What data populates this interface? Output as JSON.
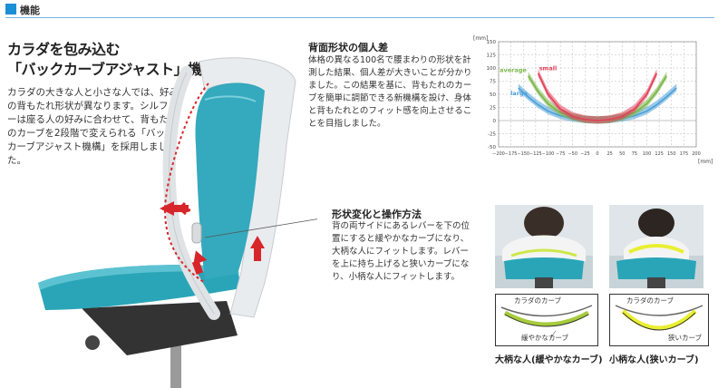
{
  "header": {
    "title": "機能"
  },
  "main": {
    "heading_line1": "カラダを包み込む",
    "heading_line2": "「バックカーブアジャスト」機構",
    "body": "カラダの大きな人と小さな人では、好みの背もたれ形状が異なります。シルフィーは座る人の好みに合わせて、背もたれのカーブを2段階で変えられる「バックカーブアジャスト機構」を採用しました。"
  },
  "section1": {
    "title": "背面形状の個人差",
    "body": "体格の異なる100名で腰まわりの形状を計測した結果、個人差が大きいことが分かりました。この結果を基に、背もたれのカーブを簡単に調節できる新機構を設け、身体と背もたれとのフィット感を向上させることを目指しました。"
  },
  "section2": {
    "title": "形状変化と操作方法",
    "body": "背の両サイドにあるレバーを下の位置にすると緩やかなカーブになり、大柄な人にフィットします。レバーを上に持ち上げると狭いカーブになり、小柄な人にフィットします。"
  },
  "chart_data": {
    "type": "area",
    "title": "",
    "xlabel": "",
    "ylabel": "",
    "unit_x": "[mm]",
    "unit_y": "[mm]",
    "xlim": [
      -200,
      200
    ],
    "ylim": [
      -50,
      150
    ],
    "x_ticks": [
      -200,
      -175,
      -150,
      -125,
      -100,
      -75,
      -50,
      -25,
      0,
      25,
      50,
      75,
      100,
      125,
      150,
      175,
      200
    ],
    "y_ticks": [
      -50,
      -25,
      0,
      25,
      50,
      75,
      100,
      125,
      150
    ],
    "grid": true,
    "series": [
      {
        "name": "average",
        "color": "#7ab648",
        "x": [
          -140,
          -120,
          -100,
          -75,
          -50,
          -25,
          0,
          25,
          50,
          75,
          100,
          120,
          140
        ],
        "y": [
          85,
          55,
          32,
          15,
          6,
          1,
          0,
          1,
          6,
          15,
          32,
          55,
          85
        ]
      },
      {
        "name": "small",
        "color": "#e2405a",
        "x": [
          -120,
          -100,
          -75,
          -50,
          -25,
          0,
          25,
          50,
          75,
          100,
          120
        ],
        "y": [
          90,
          50,
          22,
          8,
          2,
          0,
          2,
          8,
          22,
          50,
          90
        ]
      },
      {
        "name": "large",
        "color": "#4a9fd8",
        "x": [
          -160,
          -140,
          -120,
          -100,
          -75,
          -50,
          -25,
          0,
          25,
          50,
          75,
          100,
          120,
          140,
          160
        ],
        "y": [
          62,
          45,
          30,
          18,
          9,
          4,
          1,
          0,
          1,
          4,
          9,
          18,
          30,
          45,
          62
        ]
      }
    ]
  },
  "diagrams": [
    {
      "curve_label": "カラダのカーブ",
      "chair_label": "緩やかなカーブ",
      "caption": "大柄な人(緩やかなカーブ)"
    },
    {
      "curve_label": "カラダのカーブ",
      "chair_label": "狭いカーブ",
      "caption": "小柄な人(狭いカーブ)"
    }
  ],
  "colors": {
    "accent": "#1a8fd6",
    "teal": "#2aa5b8",
    "arrow": "#d7262b"
  }
}
